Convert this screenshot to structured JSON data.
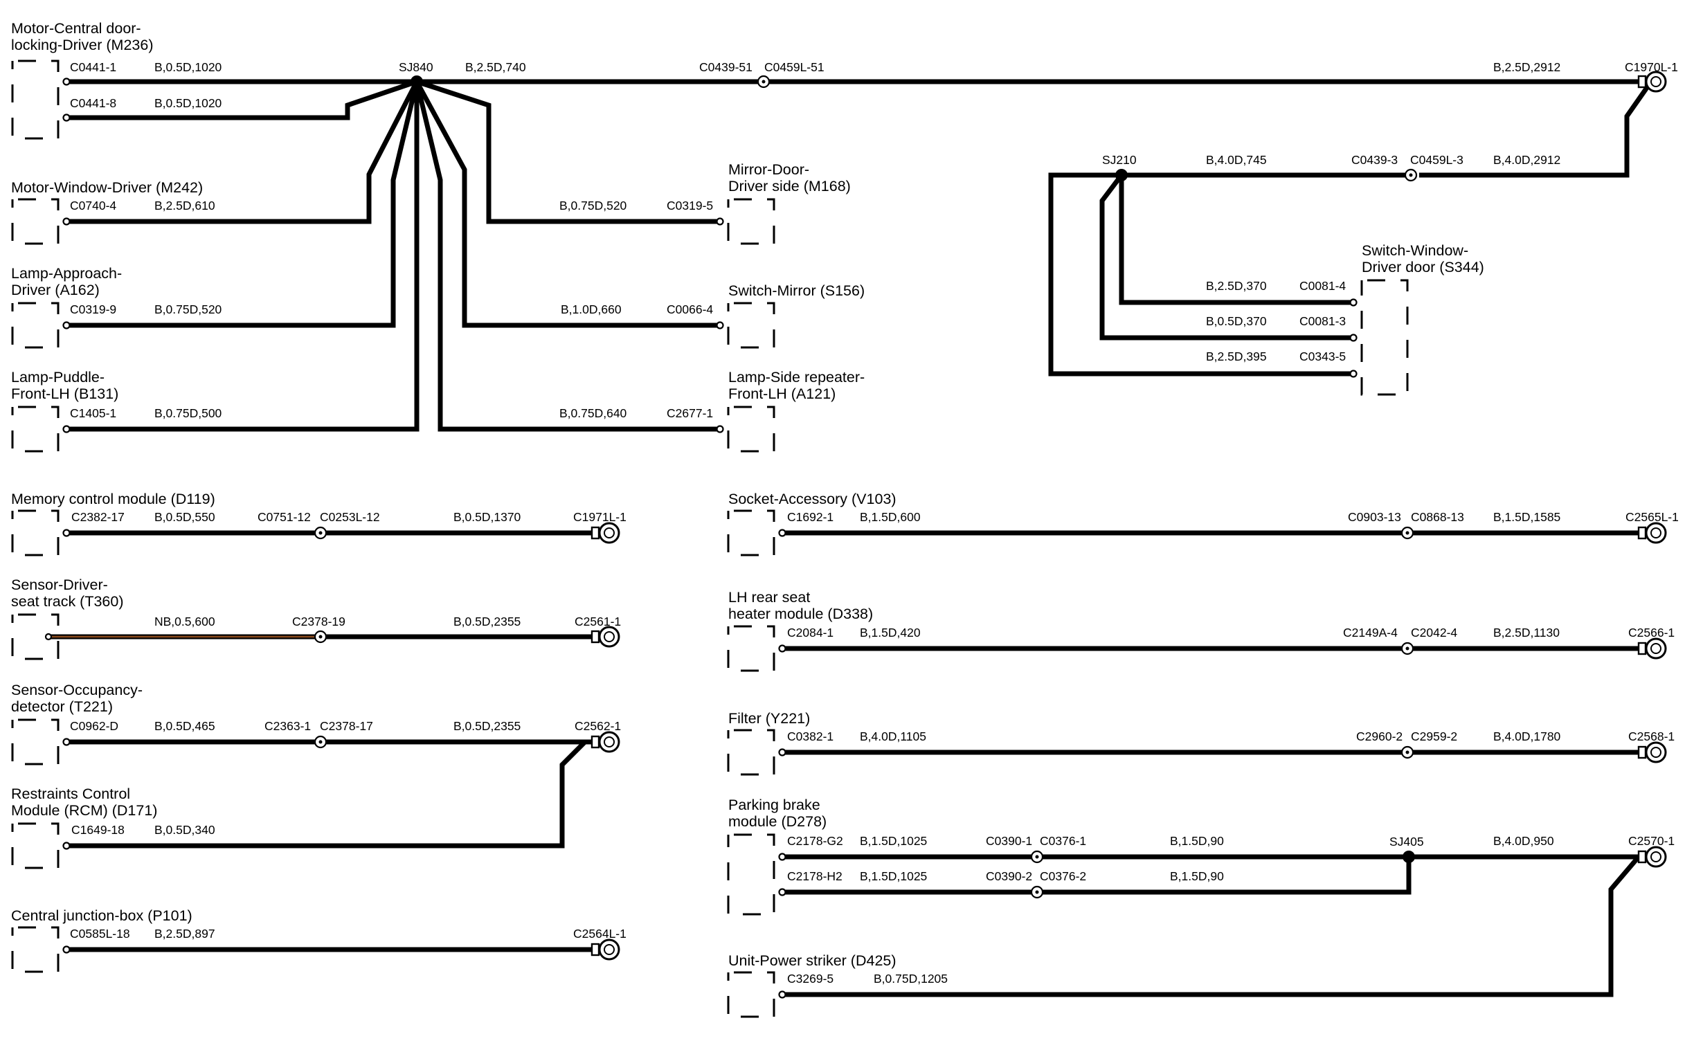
{
  "components": {
    "m236": [
      "Motor-Central door-",
      "locking-Driver (M236)"
    ],
    "m242": [
      "Motor-Window-Driver (M242)"
    ],
    "a162": [
      "Lamp-Approach-",
      "Driver (A162)"
    ],
    "b131": [
      "Lamp-Puddle-",
      "Front-LH (B131)"
    ],
    "m168": [
      "Mirror-Door-",
      "Driver side (M168)"
    ],
    "s156": [
      "Switch-Mirror (S156)"
    ],
    "a121": [
      "Lamp-Side repeater-",
      "Front-LH (A121)"
    ],
    "s344": [
      "Switch-Window-",
      "Driver door (S344)"
    ],
    "d119": [
      "Memory control module (D119)"
    ],
    "t360": [
      "Sensor-Driver-",
      "seat track (T360)"
    ],
    "t221": [
      "Sensor-Occupancy-",
      "detector (T221)"
    ],
    "d171": [
      "Restraints Control",
      "Module (RCM) (D171)"
    ],
    "p101": [
      "Central junction-box (P101)"
    ],
    "v103": [
      "Socket-Accessory (V103)"
    ],
    "d338": [
      "LH rear seat",
      "heater module (D338)"
    ],
    "y221": [
      "Filter (Y221)"
    ],
    "d278": [
      "Parking brake",
      "module (D278)"
    ],
    "d425": [
      "Unit-Power striker (D425)"
    ]
  },
  "splices": {
    "sj840": "SJ840",
    "sj210": "SJ210",
    "sj405": "SJ405"
  },
  "labels": {
    "l1": "C0441-1",
    "l2": "B,0.5D,1020",
    "l3": "B,2.5D,740",
    "l4": "C0439-51",
    "l5": "C0459L-51",
    "l6": "B,2.5D,2912",
    "l7": "C1970L-1",
    "l8": "C0441-8",
    "l9": "B,0.5D,1020",
    "l10": "B,4.0D,745",
    "l11": "C0439-3",
    "l12": "C0459L-3",
    "l13": "B,4.0D,2912",
    "l14": "C0740-4",
    "l15": "B,2.5D,610",
    "l16": "B,0.75D,520",
    "l17": "C0319-5",
    "l18": "C0319-9",
    "l19": "B,0.75D,520",
    "l20": "B,1.0D,660",
    "l21": "C0066-4",
    "l22": "B,2.5D,370",
    "l23": "C0081-4",
    "l24": "B,0.5D,370",
    "l25": "C0081-3",
    "l26": "B,2.5D,395",
    "l27": "C0343-5",
    "l28": "C1405-1",
    "l29": "B,0.75D,500",
    "l30": "B,0.75D,640",
    "l31": "C2677-1",
    "l32": "C2382-17",
    "l33": "B,0.5D,550",
    "l34": "C0751-12",
    "l35": "C0253L-12",
    "l36": "B,0.5D,1370",
    "l37": "C1971L-1",
    "l38": "NB,0.5,600",
    "l39": "C2378-19",
    "l40": "B,0.5D,2355",
    "l41": "C2561-1",
    "l42": "C0962-D",
    "l43": "B,0.5D,465",
    "l44": "C2363-1",
    "l45": "C2378-17",
    "l46": "B,0.5D,2355",
    "l47": "C2562-1",
    "l48": "C1649-18",
    "l49": "B,0.5D,340",
    "l50": "C0585L-18",
    "l51": "B,2.5D,897",
    "l52": "C2564L-1",
    "l53": "C1692-1",
    "l54": "B,1.5D,600",
    "l55": "C0903-13",
    "l56": "C0868-13",
    "l57": "B,1.5D,1585",
    "l58": "C2565L-1",
    "l59": "C2084-1",
    "l60": "B,1.5D,420",
    "l61": "C2149A-4",
    "l62": "C2042-4",
    "l63": "B,2.5D,1130",
    "l64": "C2566-1",
    "l65": "C0382-1",
    "l66": "B,4.0D,1105",
    "l67": "C2960-2",
    "l68": "C2959-2",
    "l69": "B,4.0D,1780",
    "l70": "C2568-1",
    "l71": "C2178-G2",
    "l72": "B,1.5D,1025",
    "l73": "C0390-1",
    "l74": "C0376-1",
    "l75": "B,1.5D,90",
    "l76": "B,4.0D,950",
    "l77": "C2570-1",
    "l78": "C2178-H2",
    "l79": "B,1.5D,1025",
    "l80": "C0390-2",
    "l81": "C0376-2",
    "l82": "B,1.5D,90",
    "l83": "C3269-5",
    "l84": "B,0.75D,1205"
  }
}
